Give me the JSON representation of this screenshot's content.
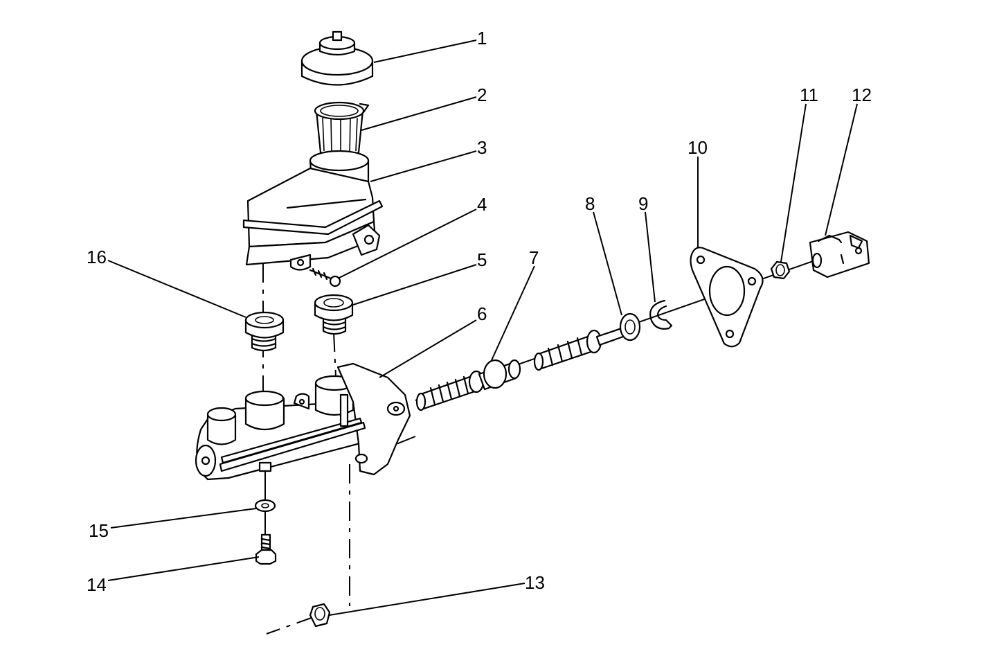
{
  "diagram": {
    "callouts": [
      {
        "id": "1",
        "label": "1",
        "part": "cap"
      },
      {
        "id": "2",
        "label": "2",
        "part": "strainer"
      },
      {
        "id": "3",
        "label": "3",
        "part": "reservoir"
      },
      {
        "id": "4",
        "label": "4",
        "part": "screw"
      },
      {
        "id": "5",
        "label": "5",
        "part": "grommet"
      },
      {
        "id": "6",
        "label": "6",
        "part": "cylinder-body"
      },
      {
        "id": "7",
        "label": "7",
        "part": "secondary-piston"
      },
      {
        "id": "8",
        "label": "8",
        "part": "primary-piston"
      },
      {
        "id": "9",
        "label": "9",
        "part": "snap-ring"
      },
      {
        "id": "10",
        "label": "10",
        "part": "gasket"
      },
      {
        "id": "11",
        "label": "11",
        "part": "nut"
      },
      {
        "id": "12",
        "label": "12",
        "part": "clevis"
      },
      {
        "id": "13",
        "label": "13",
        "part": "mounting-nut"
      },
      {
        "id": "14",
        "label": "14",
        "part": "bolt"
      },
      {
        "id": "15",
        "label": "15",
        "part": "washer"
      },
      {
        "id": "16",
        "label": "16",
        "part": "grommet"
      }
    ]
  }
}
